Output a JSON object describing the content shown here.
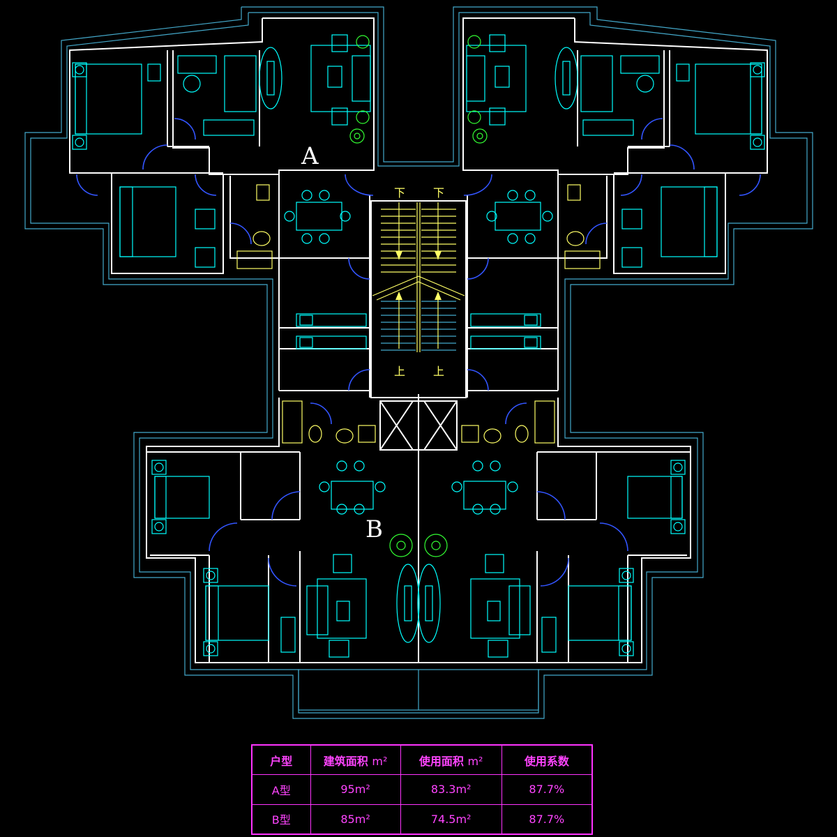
{
  "labels": {
    "unit_a": "A",
    "unit_b": "B",
    "stair_down_left": "下",
    "stair_down_right": "下",
    "stair_up_left": "上",
    "stair_up_right": "上"
  },
  "colors": {
    "background": "#000000",
    "walls": "#ffffff",
    "furniture": "#00ffff",
    "stairs_fixtures": "#ffff66",
    "doors": "#3355ff",
    "plants": "#33ff33",
    "table": "#ff33ff"
  },
  "area_table": {
    "headers": [
      "户型",
      "建筑面积",
      "使用面积",
      "使用系数"
    ],
    "header_units": [
      "",
      "m²",
      "m²",
      ""
    ],
    "rows": [
      {
        "type": "A型",
        "building_area": "95m²",
        "usable_area": "83.3m²",
        "coefficient": "87.7%"
      },
      {
        "type": "B型",
        "building_area": "85m²",
        "usable_area": "74.5m²",
        "coefficient": "87.7%"
      }
    ]
  }
}
